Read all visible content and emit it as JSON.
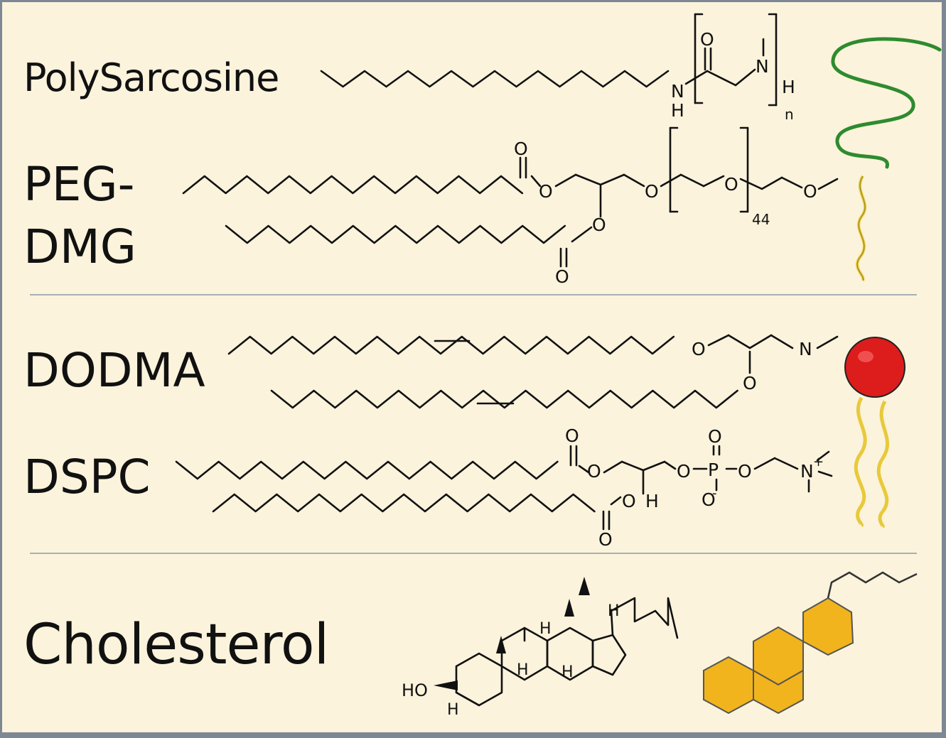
{
  "lipids": [
    {
      "key": "polysarcosine",
      "name": "PolySarcosine",
      "repeat": "n"
    },
    {
      "key": "peg-dmg",
      "name_line1": "PEG-",
      "name_line2": "DMG",
      "repeat": "44"
    },
    {
      "key": "dodma",
      "name": "DODMA"
    },
    {
      "key": "dspc",
      "name": "DSPC"
    },
    {
      "key": "cholesterol",
      "name": "Cholesterol"
    }
  ],
  "atoms": {
    "N": "N",
    "H": "H",
    "O": "O",
    "P": "P",
    "HO": "HO",
    "N_plus": "+",
    "O_minus": "-"
  },
  "colors": {
    "background": "#fbf3dc",
    "frame": "#7e8894",
    "divider": "#a9b0b4",
    "bond": "#111111",
    "peg_chain": "#2e8b2e",
    "lipid_tail": "#e8c93a",
    "head_group": "#dd1c1c",
    "steroid_fill": "#f2b41c"
  },
  "icons": [
    "green-polymer-chain-icon",
    "yellow-tail-icon",
    "red-head-group-icon",
    "double-tail-icon",
    "steroid-ring-icon"
  ]
}
